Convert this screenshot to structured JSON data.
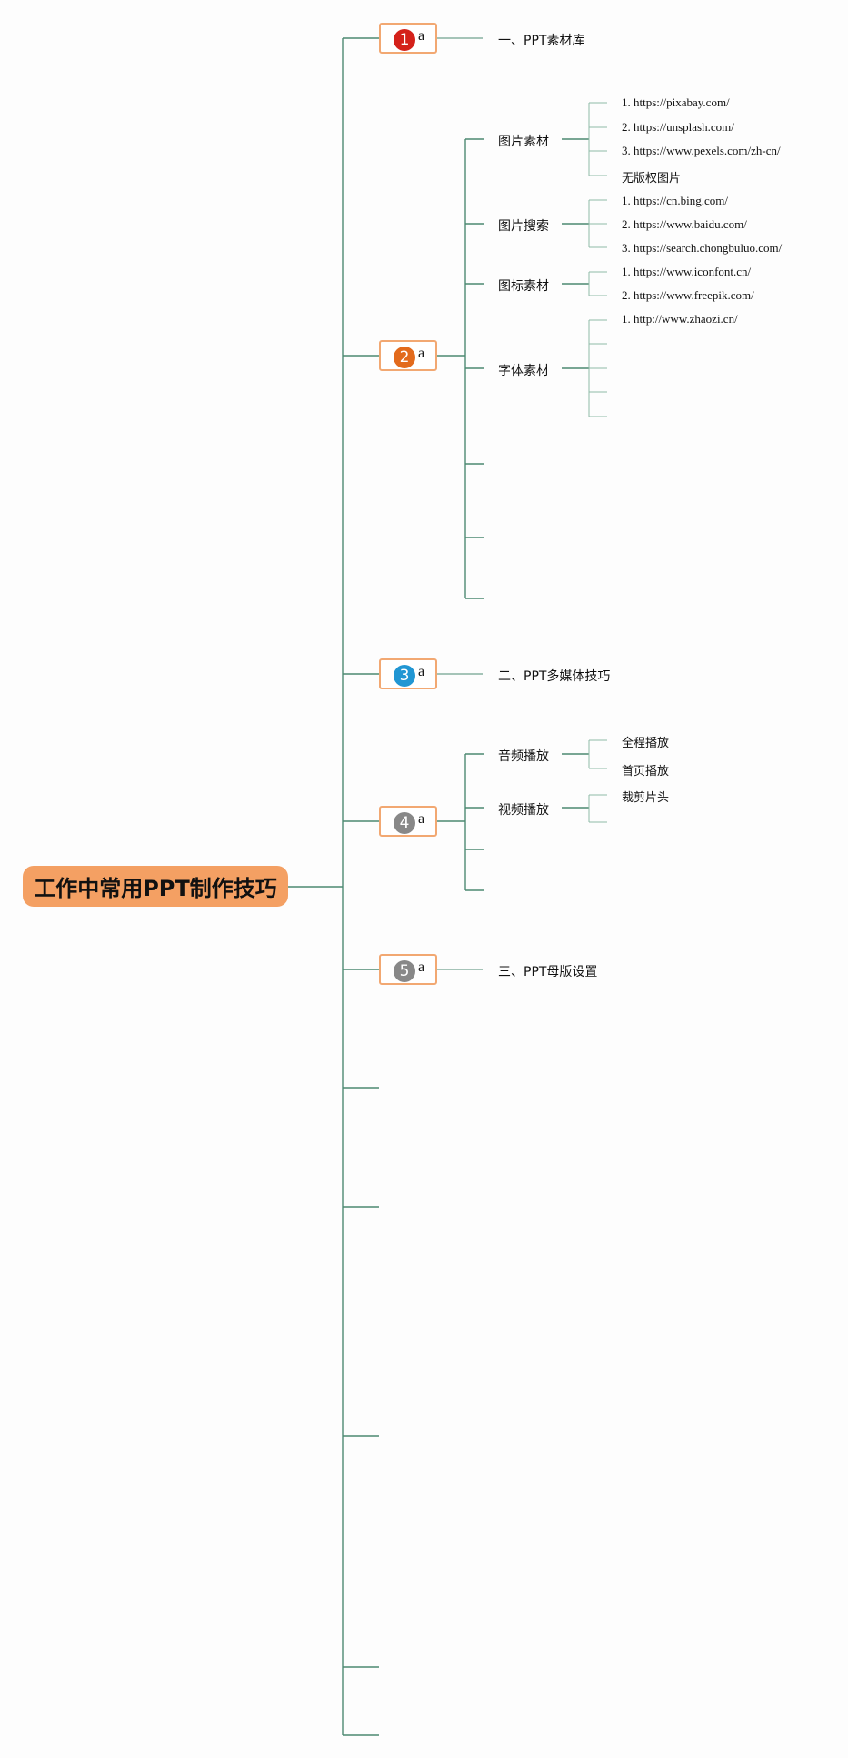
{
  "root": {
    "title": "工作中常用PPT制作技巧"
  },
  "nodes": [
    {
      "num": "1",
      "letter": "a",
      "color": "#d4211a"
    },
    {
      "num": "2",
      "letter": "a",
      "color": "#e26a1c"
    },
    {
      "num": "3",
      "letter": "a",
      "color": "#2196d3"
    },
    {
      "num": "4",
      "letter": "a",
      "color": "#888888"
    },
    {
      "num": "5",
      "letter": "a",
      "color": "#888888"
    }
  ],
  "sections": {
    "s1": "一、PPT素材库",
    "s2": "二、PPT多媒体技巧",
    "s3": "三、PPT母版设置"
  },
  "materials": {
    "images": {
      "label": "图片素材",
      "items": [
        "1. https://pixabay.com/",
        "2. https://unsplash.com/",
        "3. https://www.pexels.com/zh-cn/",
        "无版权图片"
      ]
    },
    "image_search": {
      "label": "图片搜索",
      "items": [
        "1. https://cn.bing.com/",
        "2. https://www.baidu.com/",
        "3. https://search.chongbuluo.com/"
      ]
    },
    "icons": {
      "label": "图标素材",
      "items": [
        "1. https://www.iconfont.cn/",
        "2. https://www.freepik.com/"
      ]
    },
    "fonts": {
      "label": "字体素材",
      "items": [
        "1. http://www.zhaozi.cn/"
      ]
    }
  },
  "media": {
    "audio": {
      "label": "音频播放",
      "items": [
        "全程播放",
        "首页播放"
      ]
    },
    "video": {
      "label": "视频播放",
      "items": [
        "裁剪片头"
      ]
    }
  },
  "colors": {
    "line": "#4d8a72",
    "line_light": "#8fbaa8",
    "root_fill": "#f4a063",
    "node_border": "#f2a872"
  }
}
